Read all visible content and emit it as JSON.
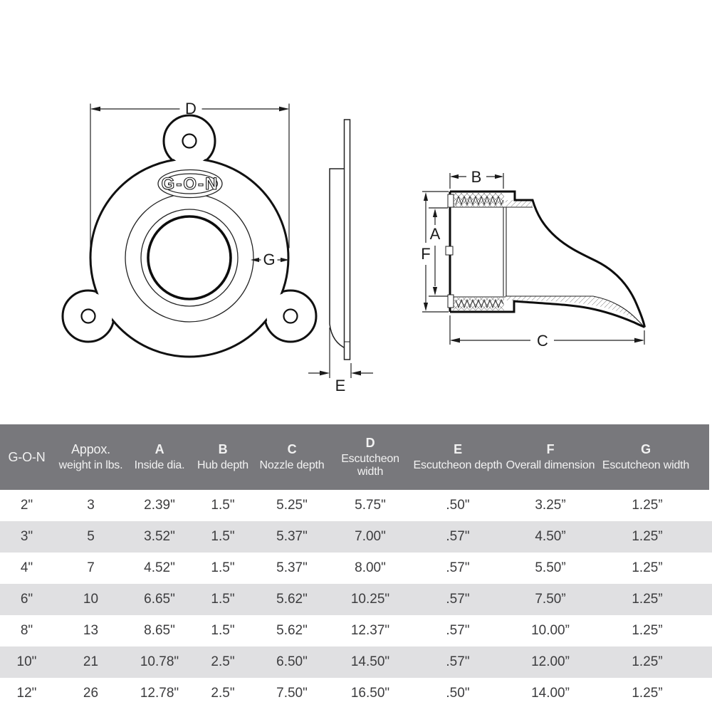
{
  "drawing": {
    "logo": "G-O-N",
    "dims": {
      "d": "D",
      "g": "G",
      "e": "E",
      "b": "B",
      "a": "A",
      "f": "F",
      "c": "C"
    }
  },
  "table": {
    "colors": {
      "header_bg": "#78787c",
      "header_text": "#f2f2f2",
      "stripe_bg": "#e0e0e2",
      "cell_text": "#3c3c3e"
    },
    "headers": [
      {
        "top": "",
        "bottom": "G-O-N"
      },
      {
        "top": "Appox.",
        "bottom": "weight in lbs."
      },
      {
        "top": "A",
        "bottom": "Inside dia."
      },
      {
        "top": "B",
        "bottom": "Hub depth"
      },
      {
        "top": "C",
        "bottom": "Nozzle depth"
      },
      {
        "top": "D",
        "bottom": "Escutcheon width"
      },
      {
        "top": "E",
        "bottom": "Escutcheon depth"
      },
      {
        "top": "F",
        "bottom": "Overall dimension"
      },
      {
        "top": "G",
        "bottom": "Escutcheon width"
      }
    ],
    "rows": [
      [
        "2\"",
        "3",
        "2.39\"",
        "1.5\"",
        "5.25\"",
        "5.75\"",
        ".50\"",
        "3.25”",
        "1.25”"
      ],
      [
        "3\"",
        "5",
        "3.52\"",
        "1.5\"",
        "5.37\"",
        "7.00\"",
        ".57\"",
        "4.50”",
        "1.25”"
      ],
      [
        "4\"",
        "7",
        "4.52\"",
        "1.5\"",
        "5.37\"",
        "8.00\"",
        ".57\"",
        "5.50”",
        "1.25”"
      ],
      [
        "6\"",
        "10",
        "6.65\"",
        "1.5\"",
        "5.62\"",
        "10.25\"",
        ".57\"",
        "7.50”",
        "1.25”"
      ],
      [
        "8\"",
        "13",
        "8.65\"",
        "1.5\"",
        "5.62\"",
        "12.37\"",
        ".57\"",
        "10.00”",
        "1.25”"
      ],
      [
        "10\"",
        "21",
        "10.78\"",
        "2.5\"",
        "6.50\"",
        "14.50\"",
        ".57\"",
        "12.00”",
        "1.25”"
      ],
      [
        "12\"",
        "26",
        "12.78\"",
        "2.5\"",
        "7.50\"",
        "16.50\"",
        ".50\"",
        "14.00”",
        "1.25”"
      ]
    ]
  }
}
